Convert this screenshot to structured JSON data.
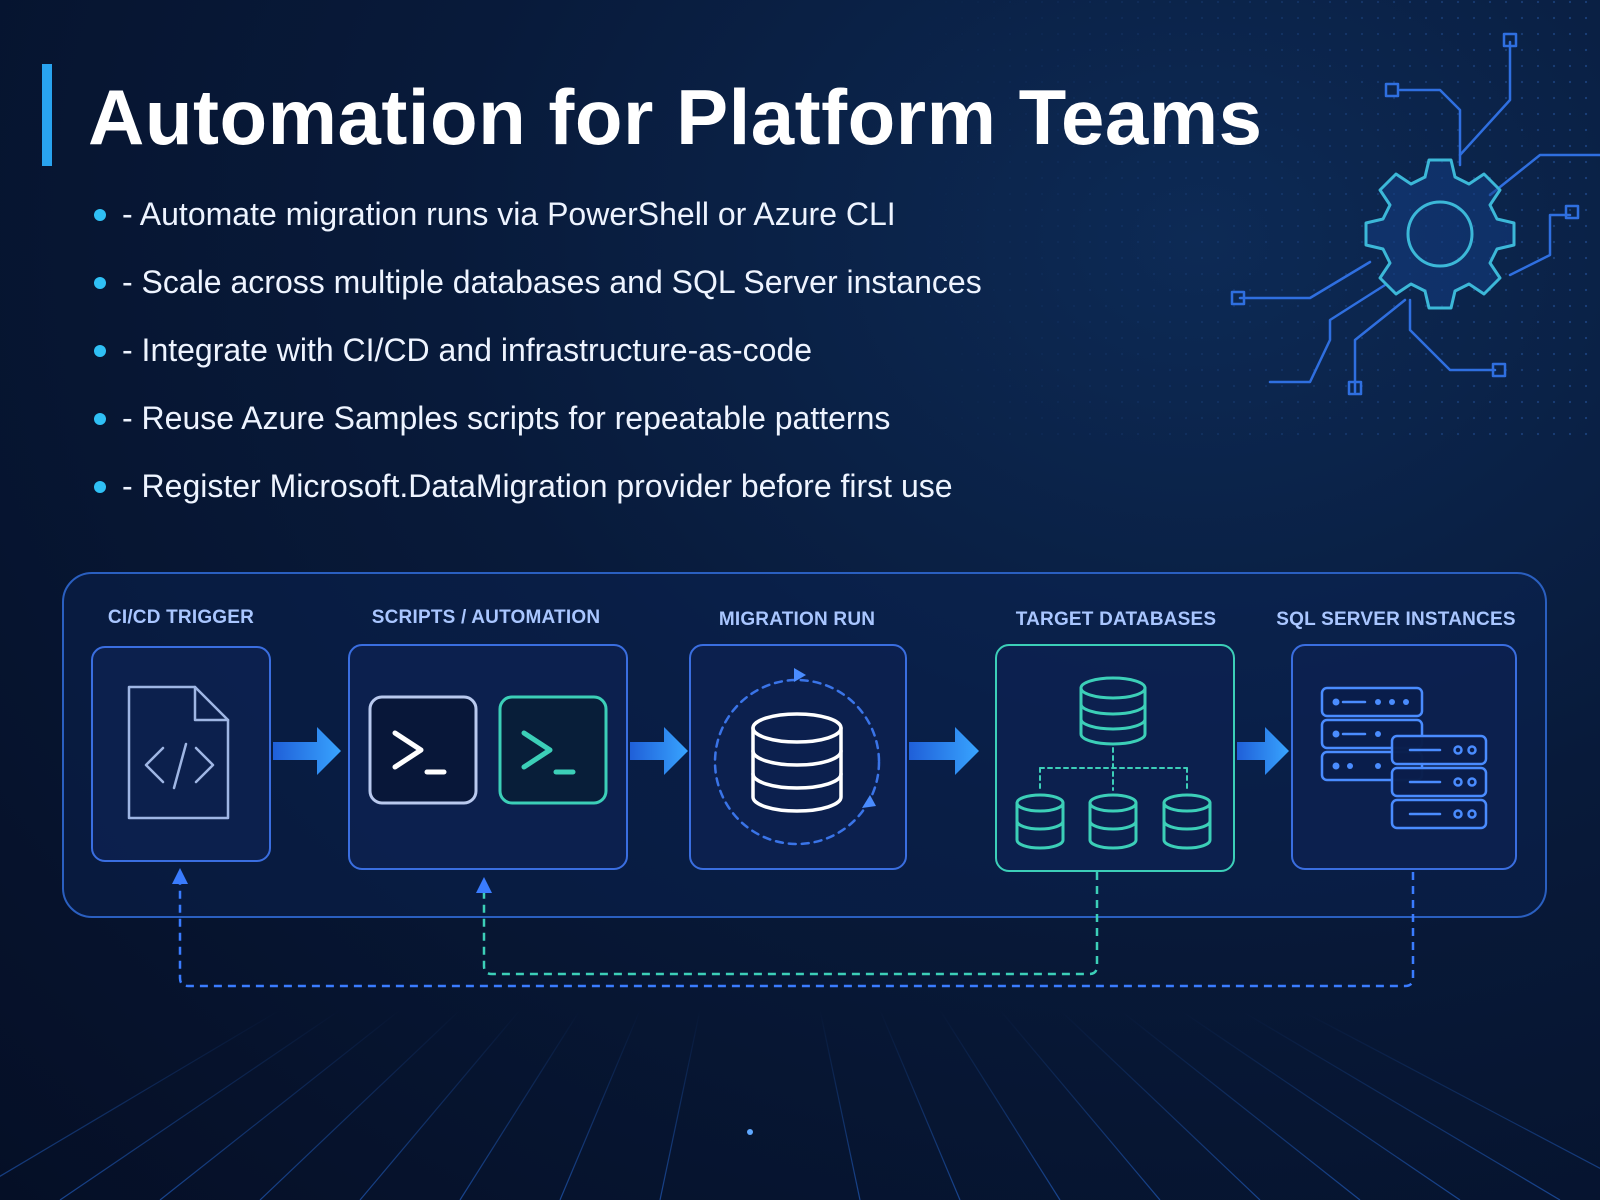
{
  "slide": {
    "title": "Automation for Platform Teams",
    "bullets": [
      "- Automate migration runs via PowerShell or Azure CLI",
      "- Scale across multiple databases and SQL Server instances",
      "- Integrate with CI/CD and infrastructure-as-code",
      "- Reuse Azure Samples scripts for repeatable patterns",
      "- Register Microsoft.DataMigration provider before first use"
    ]
  },
  "pipeline": {
    "stages": [
      {
        "label": "CI/CD TRIGGER",
        "icon": "code-file-icon"
      },
      {
        "label": "SCRIPTS / AUTOMATION",
        "icon": "terminal-icon"
      },
      {
        "label": "MIGRATION RUN",
        "icon": "database-cycle-icon"
      },
      {
        "label": "TARGET DATABASES",
        "icon": "database-tree-icon"
      },
      {
        "label": "SQL SERVER INSTANCES",
        "icon": "server-stack-icon"
      }
    ]
  },
  "colors": {
    "background": "#081a3a",
    "accent_blue": "#2f7cff",
    "accent_teal": "#3ccfb8",
    "bullet": "#2fc0f5",
    "title_bar": "#29a3ef"
  }
}
